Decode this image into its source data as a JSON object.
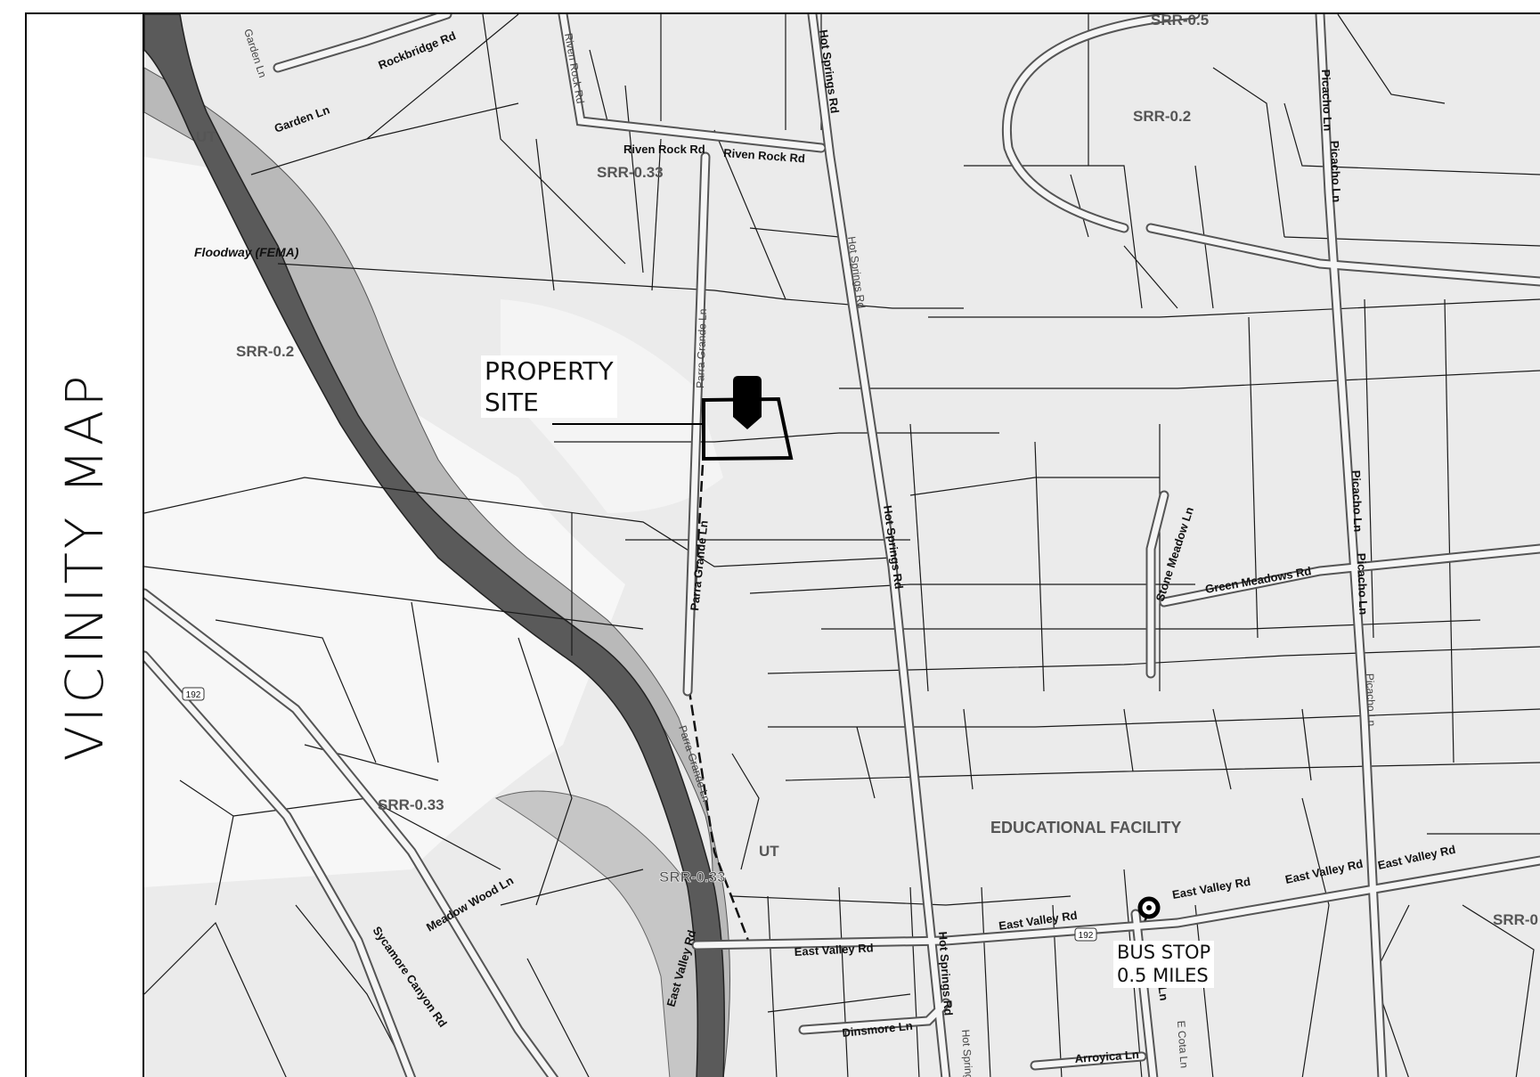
{
  "title": "VICINITY MAP",
  "callouts": {
    "property_site": [
      "PROPERTY",
      "SITE"
    ],
    "bus_stop": [
      "BUS STOP",
      "0.5 MILES"
    ],
    "educational_facility": "EDUCATIONAL FACILITY",
    "floodway": "Floodway (FEMA)"
  },
  "zones": {
    "srr_05": "SRR-0.5",
    "srr_02_top": "SRR-0.2",
    "srr_033_top": "SRR-0.33",
    "ut_top": "UT",
    "srr_02_left": "SRR-0.2",
    "srr_033_left": "SRR-0.33",
    "srr_033_creek": "SRR-0.33",
    "ut_bottom": "UT",
    "srr_right": "SRR-0"
  },
  "roads": {
    "rockbridge": "Rockbridge Rd",
    "garden_v": "Garden Ln",
    "garden_h": "Garden Ln",
    "riven_rock_v": "Riven Rock Rd",
    "riven_rock_1": "Riven Rock Rd",
    "riven_rock_2": "Riven Rock Rd",
    "hot_springs_1": "Hot Springs Rd",
    "hot_springs_2": "Hot Springs Rd",
    "hot_springs_3": "Hot Springs Rd",
    "hot_springs_4": "Hot Springs Rd",
    "hot_springs_5": "Hot Springs Rd",
    "parra_grande_1": "Parra Grande Ln",
    "parra_grande_2": "Parra Grande Ln",
    "parra_grande_3": "Parra Grande Ln",
    "picacho_1": "Picacho Ln",
    "picacho_2": "Picacho Ln",
    "picacho_3": "Picacho Ln",
    "picacho_4": "Picacho Ln",
    "picacho_5": "Picacho Ln",
    "stone_meadow": "Stone Meadow Ln",
    "green_meadows": "Green Meadows Rd",
    "east_valley_1": "East Valley Rd",
    "east_valley_2": "East Valley Rd",
    "east_valley_3": "East Valley Rd",
    "east_valley_4": "East Valley Rd",
    "east_valley_5": "East Valley Rd",
    "east_valley_6": "East Valley Rd",
    "sycamore": "Sycamore Canyon Rd",
    "meadow_wood": "Meadow Wood Ln",
    "dinsmore": "Dinsmore Ln",
    "cota": "Cota Ln",
    "e_cota": "E Cota Ln",
    "arroyica": "Arroyica Ln",
    "route_192_a": "192",
    "route_192_b": "192"
  },
  "colors": {
    "floodway": "#5a5a5a",
    "floodplain": "#b9b9b9",
    "parcel_fill": "#ebebeb",
    "road_casing": "#666666"
  }
}
